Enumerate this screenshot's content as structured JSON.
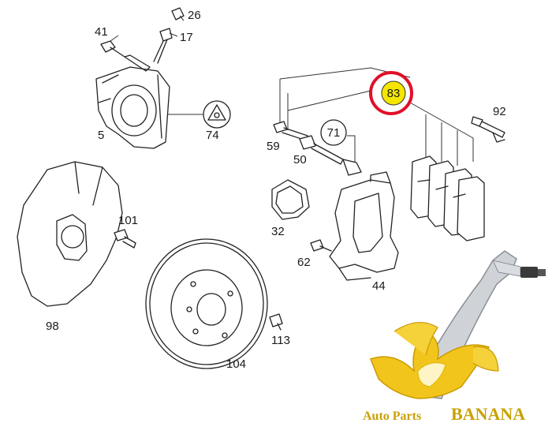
{
  "labels": {
    "p26": "26",
    "p17": "17",
    "p41": "41",
    "p5": "5",
    "p74": "74",
    "p83": "83",
    "p92": "92",
    "p71": "71",
    "p59": "59",
    "p50": "50",
    "p32": "32",
    "p101": "101",
    "p62": "62",
    "p44": "44",
    "p98": "98",
    "p113": "113",
    "p104": "104"
  },
  "brand": {
    "text_prefix": "Auto Parts",
    "text_main": "BANANA"
  },
  "colors": {
    "highlight_fill": "#f4e600",
    "highlight_ring": "#e0102a",
    "banana_yellow": "#f2c51d",
    "brand_text": "#c9a100"
  }
}
